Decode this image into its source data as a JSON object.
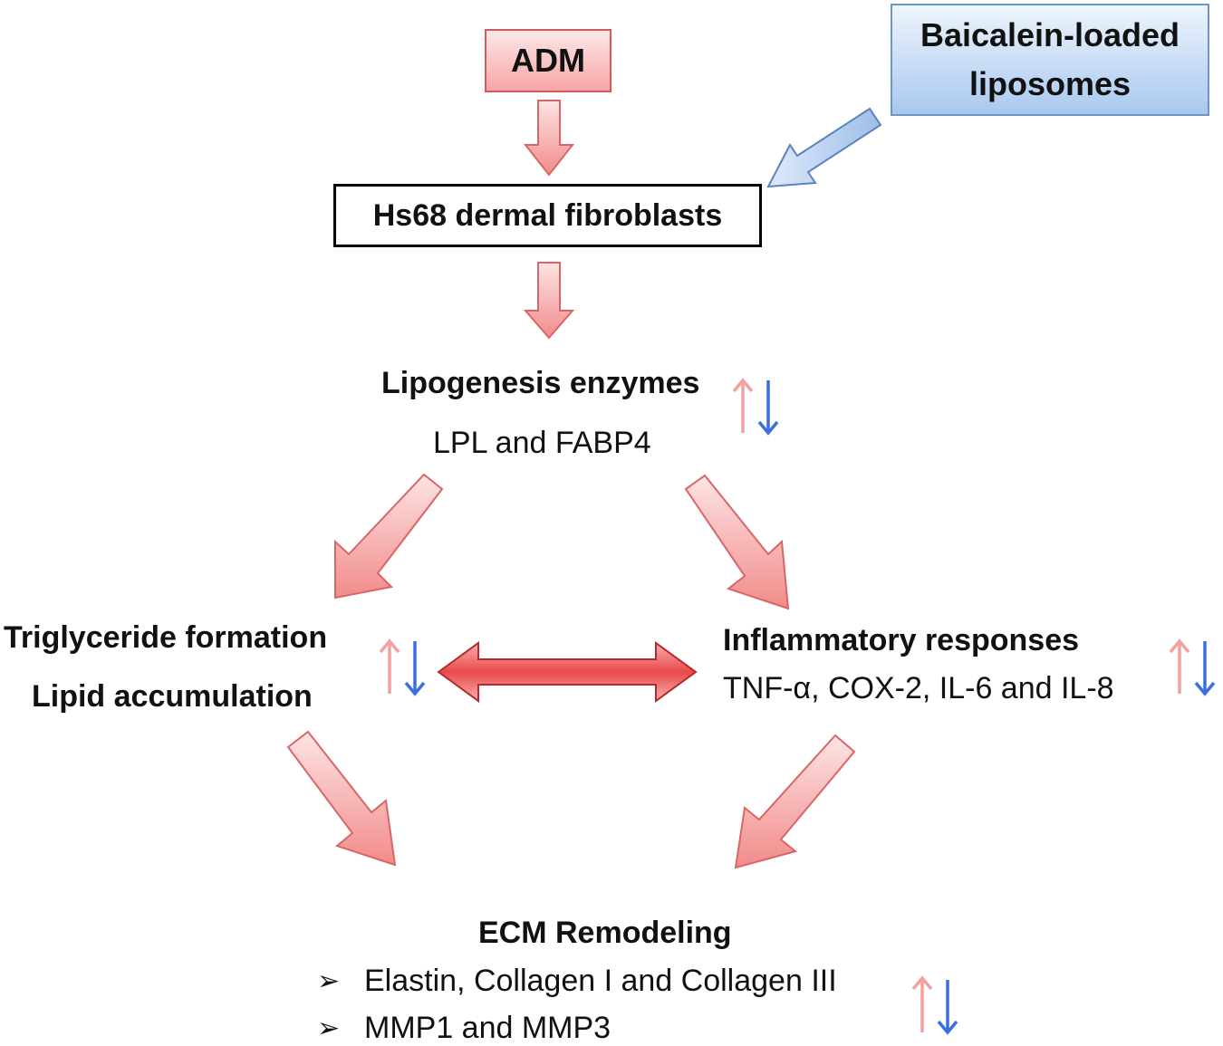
{
  "nodes": {
    "adm": "ADM",
    "liposomes": [
      "Baicalein-loaded",
      "liposomes"
    ],
    "fibroblasts": "Hs68 dermal fibroblasts",
    "lipogenesis": {
      "title": "Lipogenesis enzymes",
      "detail": "LPL and FABP4"
    },
    "triglyceride": {
      "line1": "Triglyceride formation",
      "line2": "Lipid accumulation"
    },
    "inflammatory": {
      "title": "Inflammatory responses",
      "detail": "TNF-α, COX-2, IL-6 and IL-8"
    },
    "ecm": {
      "title": "ECM Remodeling",
      "bullet_symbol": "➢",
      "items": [
        "Elastin, Collagen I and Collagen III",
        "MMP1 and MMP3"
      ]
    }
  },
  "colors": {
    "stimulus_red": "#f08080",
    "treatment_blue": "#3a6fe0",
    "up_arrow": "#f4a0a0",
    "down_arrow": "#3a6fe0"
  },
  "icons": [
    "up-arrow-icon",
    "down-arrow-icon"
  ]
}
